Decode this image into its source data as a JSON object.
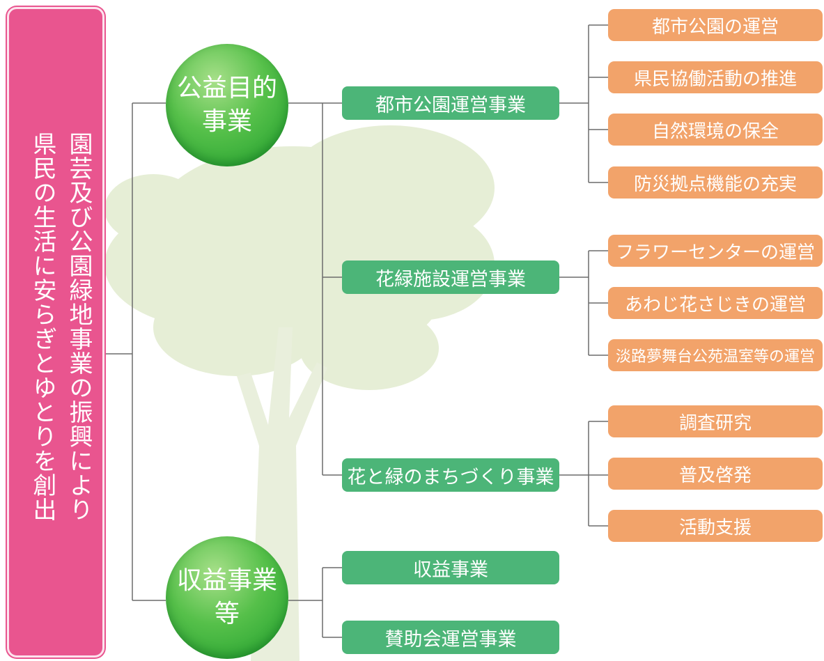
{
  "mission": {
    "line1": "園芸及び公園緑地事業の振興により",
    "line2": "県民の生活に安らぎとゆとりを創出"
  },
  "categories": {
    "public": {
      "line1": "公益目的",
      "line2": "事業"
    },
    "profit": {
      "line1": "収益事業",
      "line2": "等"
    }
  },
  "businesses": {
    "park": "都市公園運営事業",
    "facility": "花緑施設運営事業",
    "town": "花と緑のまちづくり事業",
    "profit": "収益事業",
    "supporters": "賛助会運営事業"
  },
  "activities": {
    "park": [
      "都市公園の運営",
      "県民協働活動の推進",
      "自然環境の保全",
      "防災拠点機能の充実"
    ],
    "facility": [
      "フラワーセンターの運営",
      "あわじ花さじきの運営",
      "淡路夢舞台公苑温室等の運営"
    ],
    "town": [
      "調査研究",
      "普及啓発",
      "活動支援"
    ]
  },
  "colors": {
    "mission": "#e9558f",
    "circle": "#3fb13a",
    "business": "#4cb578",
    "activity": "#f2a36a",
    "connector": "#6b6b6b",
    "tree": "#e4edd3"
  }
}
